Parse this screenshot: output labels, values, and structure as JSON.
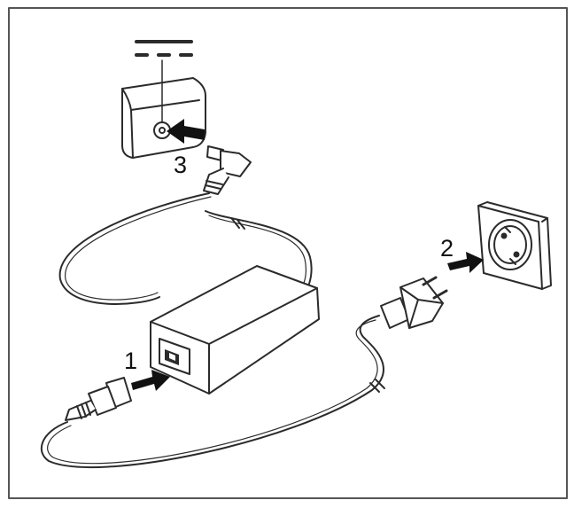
{
  "steps": [
    {
      "number": "1",
      "target": "adapter-inlet"
    },
    {
      "number": "2",
      "target": "wall-socket"
    },
    {
      "number": "3",
      "target": "device-dc-jack"
    }
  ],
  "icons": [
    "dc-power-symbol-icon",
    "arrow-right-icon"
  ],
  "colors": {
    "line": "#2b2b2b",
    "frame": "#555555",
    "arrow": "#111111",
    "background": "#ffffff"
  }
}
